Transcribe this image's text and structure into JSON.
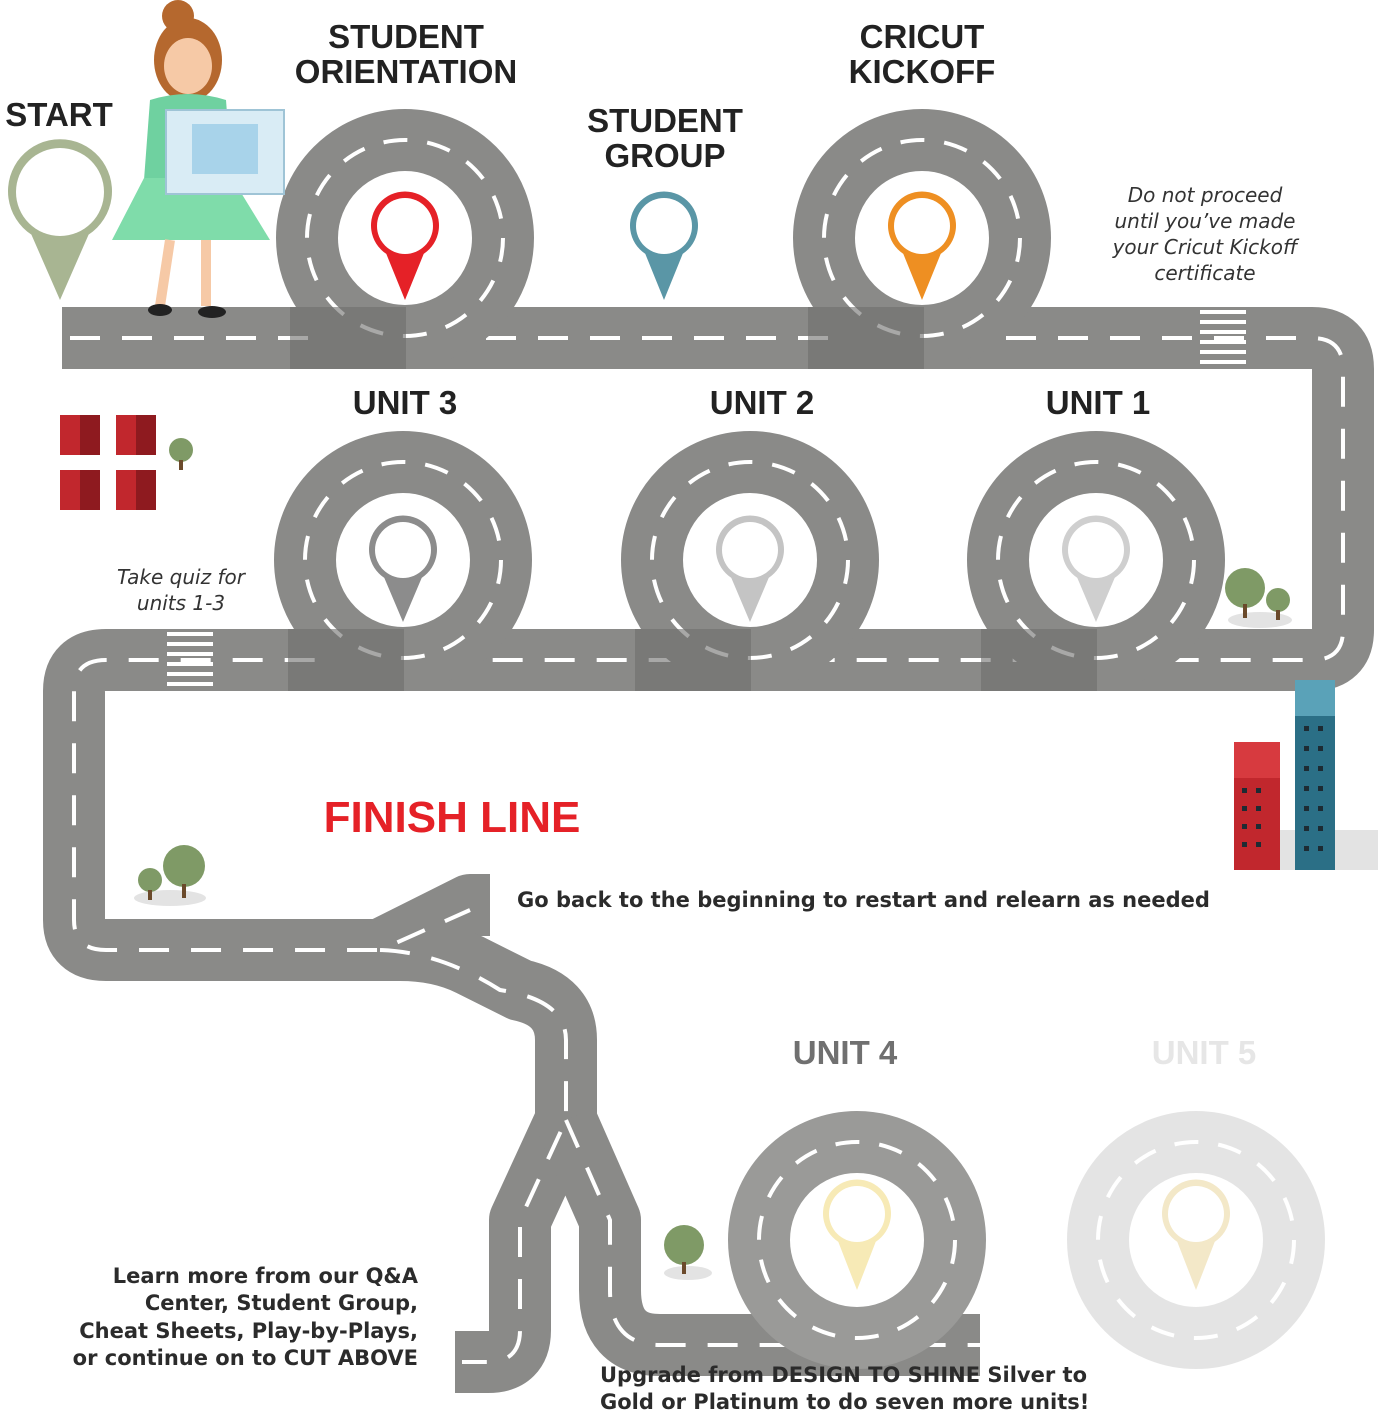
{
  "milestones": {
    "start": {
      "label": "START",
      "color": "#a8b592"
    },
    "student_orientation": {
      "line1": "STUDENT",
      "line2": "ORIENTATION",
      "color": "#e52127"
    },
    "student_group": {
      "line1": "STUDENT",
      "line2": "GROUP",
      "color": "#5a96a6"
    },
    "cricut_kickoff": {
      "line1": "CRICUT",
      "line2": "KICKOFF",
      "color": "#ee8f22"
    },
    "unit3": {
      "label": "UNIT 3",
      "color": "#8c8c8c"
    },
    "unit2": {
      "label": "UNIT 2",
      "color": "#c4c4c4"
    },
    "unit1": {
      "label": "UNIT 1",
      "color": "#cfcfcf"
    },
    "unit4": {
      "label": "UNIT 4",
      "color": "#f7eab6"
    },
    "unit5": {
      "label": "UNIT 5",
      "color": "#f3e8c8"
    }
  },
  "notes": {
    "kickoff_note": [
      "Do not proceed",
      "until you’ve made",
      "your Cricut Kickoff",
      "certificate"
    ],
    "quiz_note": [
      "Take quiz for",
      "units 1-3"
    ]
  },
  "finish": {
    "label": "FINISH LINE",
    "color": "#e52127"
  },
  "info": {
    "restart": "Go back to the beginning to restart and relearn as needed",
    "learn_more": [
      "Learn more from our Q&A",
      "Center, Student Group,",
      "Cheat Sheets, Play-by-Plays,",
      "or continue on to CUT ABOVE"
    ],
    "upgrade": [
      "Upgrade from DESIGN TO SHINE Silver to",
      "Gold or Platinum to do seven more units!"
    ]
  },
  "colors": {
    "road": "#8a8a88",
    "road_dark": "#6e6e6c",
    "lane_mark": "#ffffff",
    "tree": "#7f9a66",
    "building_red": "#c1272d",
    "building_teal": "#2b6f86"
  },
  "icons": [
    "location-pin-icon",
    "student-with-map-icon",
    "tree-icon",
    "house-icon",
    "building-icon",
    "crosswalk-icon"
  ]
}
